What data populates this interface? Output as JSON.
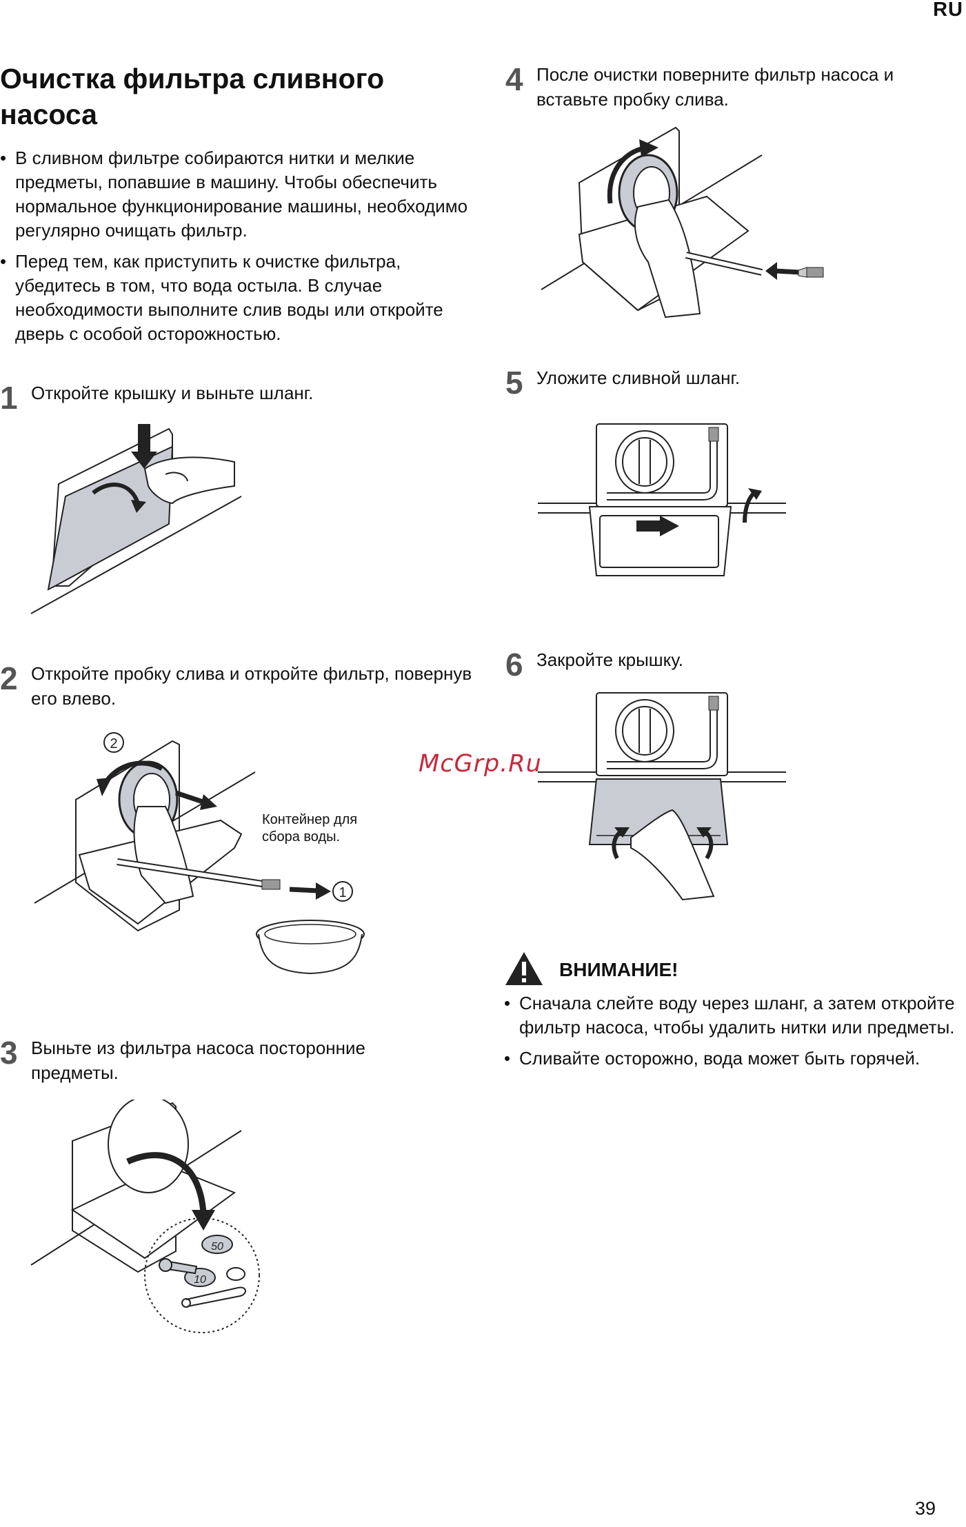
{
  "header": {
    "lang": "RU"
  },
  "title": "Очистка фильтра сливного насоса",
  "intro_bullets": [
    "В сливном фильтре собираются нитки и мелкие предметы, попавшие в машину. Чтобы обеспечить нормальное функционирование машины, необходимо регулярно очищать фильтр.",
    "Перед тем, как приступить к очистке фильтра, убедитесь в том, что вода остыла. В случае необходимости выполните слив воды или откройте дверь с особой осторожностью."
  ],
  "steps": [
    {
      "num": "1",
      "text": "Откройте крышку и выньте шланг."
    },
    {
      "num": "2",
      "text": "Откройте пробку слива и откройте фильтр, повернув его влево."
    },
    {
      "num": "3",
      "text": "Выньте из фильтра насоса посторонние предметы."
    },
    {
      "num": "4",
      "text": "После очистки поверните фильтр насоса и вставьте пробку слива."
    },
    {
      "num": "5",
      "text": "Уложите сливной шланг."
    },
    {
      "num": "6",
      "text": "Закройте крышку."
    }
  ],
  "step2_figure": {
    "container_label": "Контейнер для сбора воды.",
    "marker_1": "1",
    "marker_2": "2"
  },
  "step3_figure": {
    "coin_1": "50",
    "coin_2": "10"
  },
  "watermark": "McGrp.Ru",
  "caution": {
    "title": "ВНИМАНИЕ!",
    "bullets": [
      "Сначала слейте воду через шланг, а затем откройте фильтр насоса, чтобы удалить нитки или предметы.",
      "Сливайте осторожно, вода может быть горячей."
    ]
  },
  "page_number": "39",
  "colors": {
    "panel_gray": "#c9ccd3",
    "watermark": "#c8283c"
  }
}
